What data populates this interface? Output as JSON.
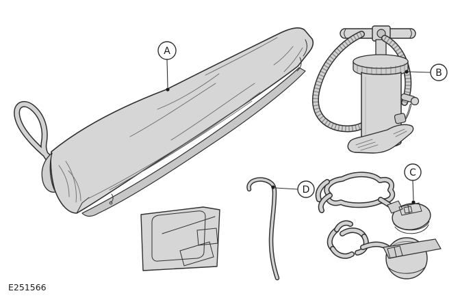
{
  "figure": {
    "code": "E251566",
    "type": "parts-illustration"
  },
  "callouts": [
    {
      "label": "A",
      "part": "tent-pack-in-carry-bag"
    },
    {
      "label": "B",
      "part": "hand-air-pump"
    },
    {
      "label": "C",
      "part": "suction-cup-strap-anchor"
    },
    {
      "label": "D",
      "part": "tent-peg"
    }
  ],
  "unlabeled_parts": [
    {
      "part": "folded-storage-pouch"
    }
  ],
  "colors": {
    "background": "#ffffff",
    "fill_light": "#d6d6d6",
    "fill_mid": "#c7c7c7",
    "outline": "#2e2e2e",
    "detail_line": "#6a6a6a"
  }
}
